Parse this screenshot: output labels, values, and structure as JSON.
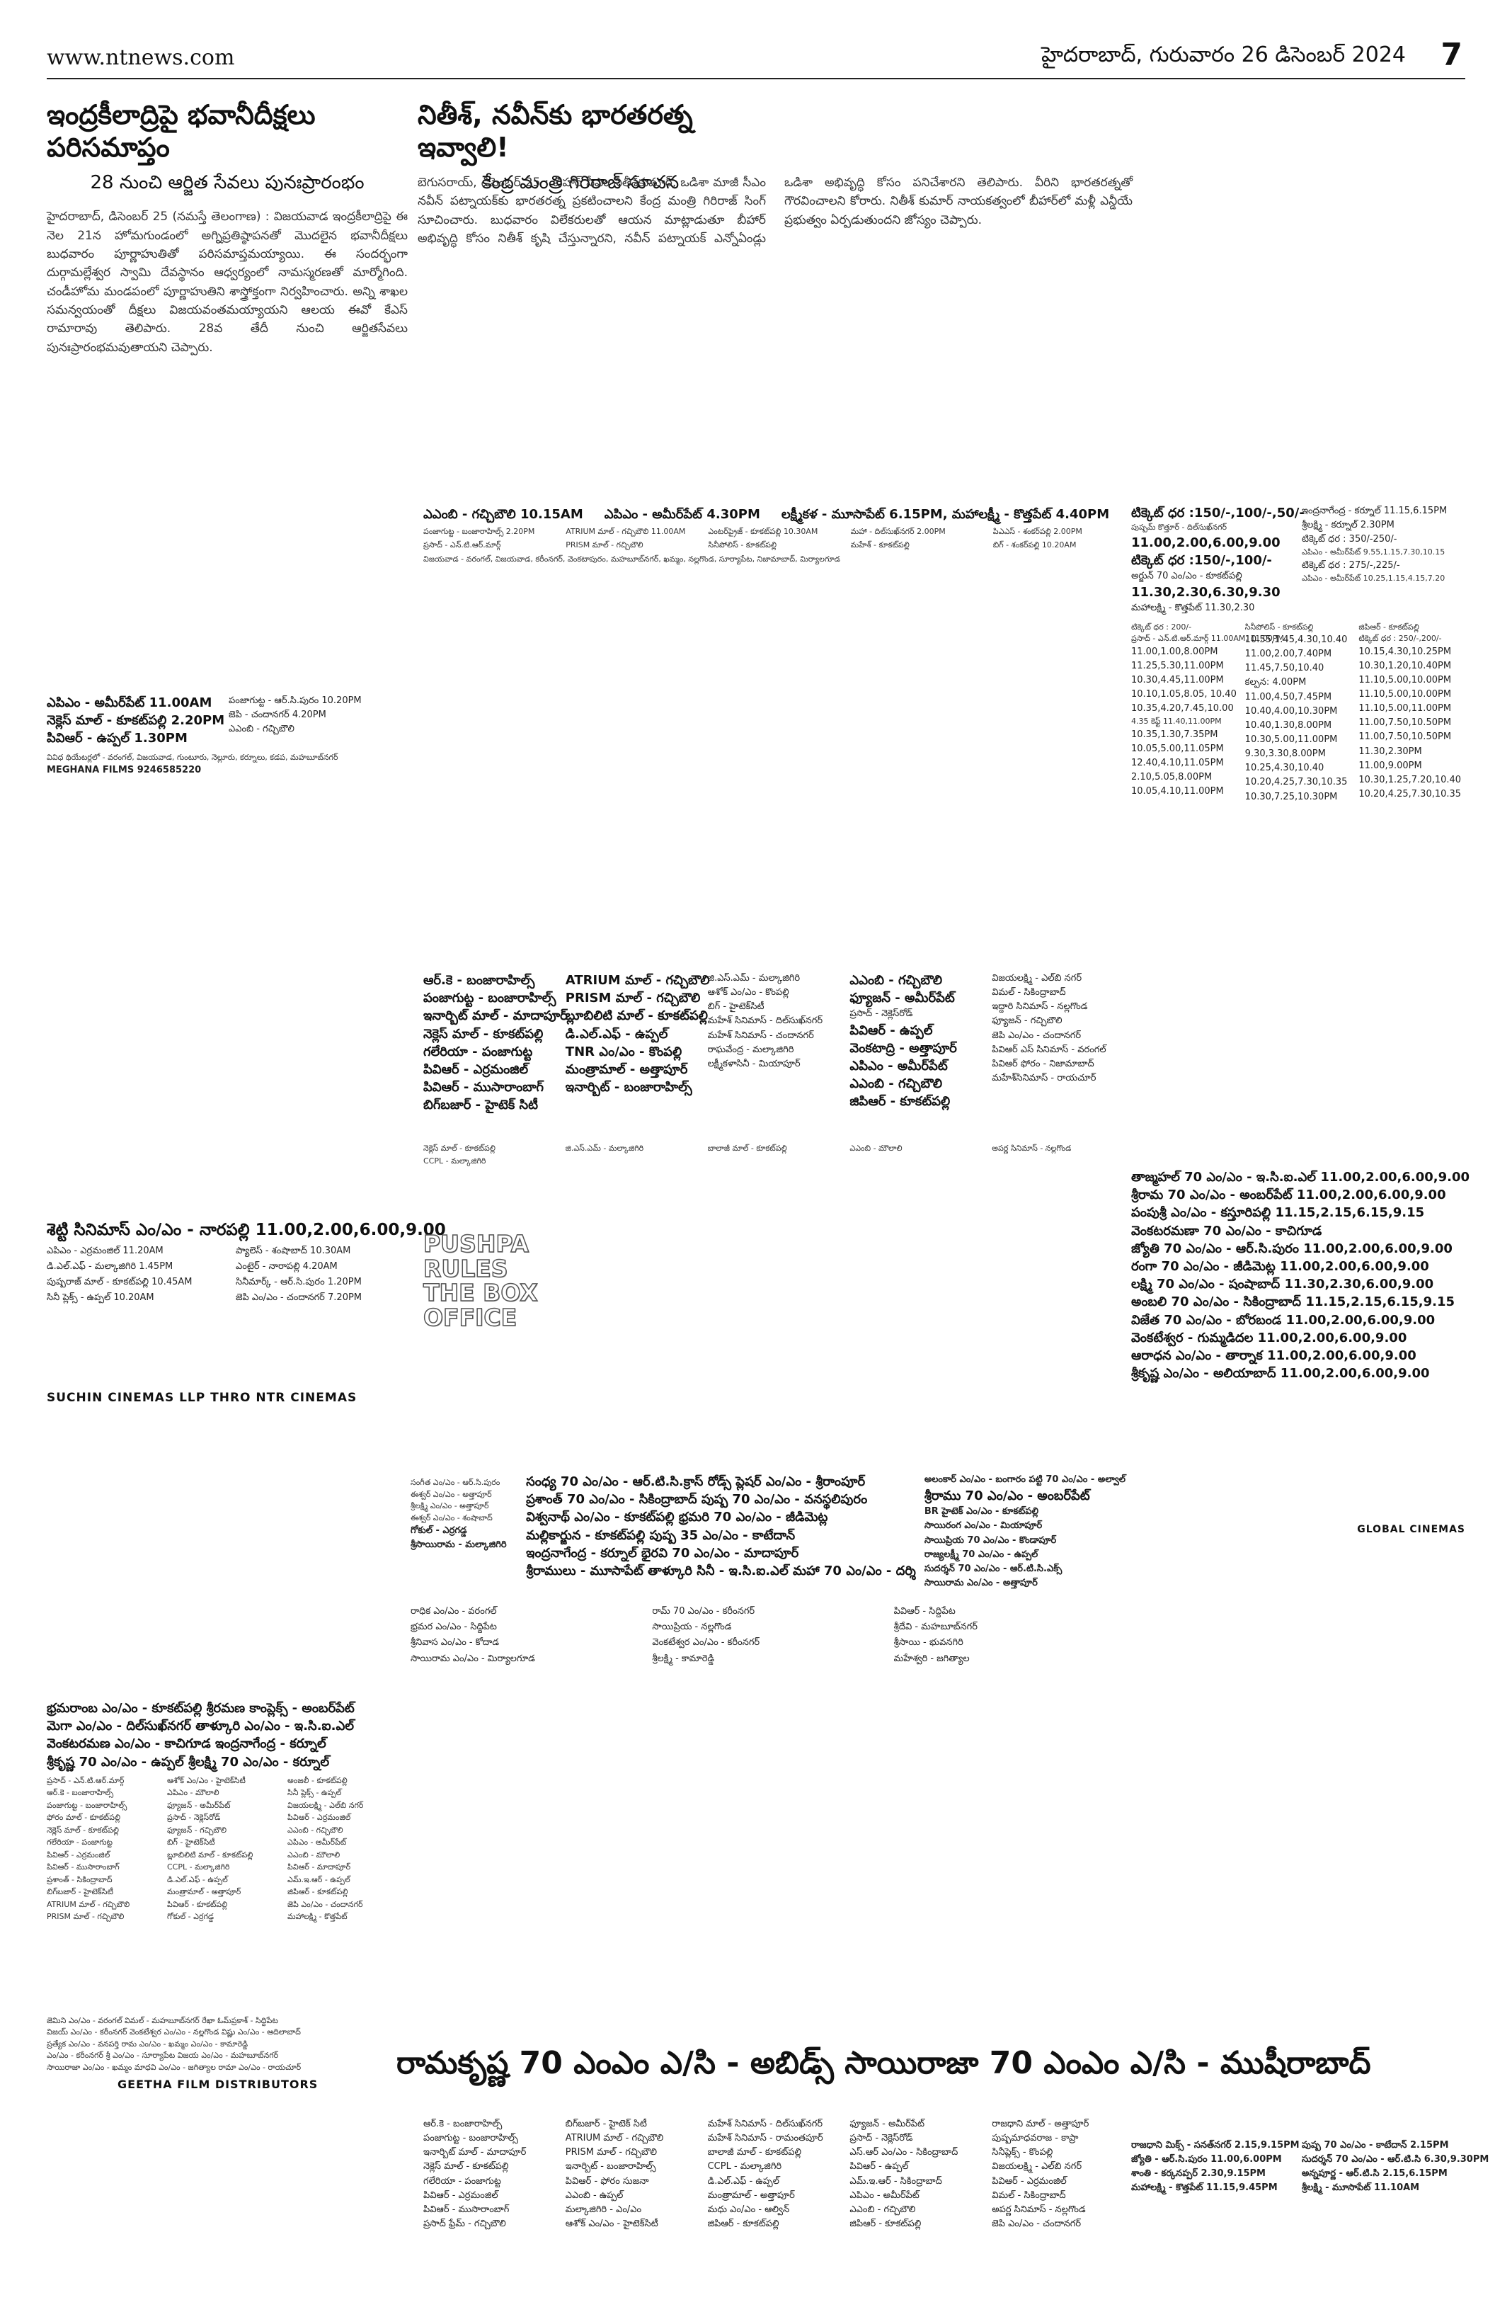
{
  "header": {
    "url": "www.ntnews.com",
    "date": "హైదరాబాద్, గురువారం 26 డిసెంబర్ 2024",
    "page": "7"
  },
  "articles": [
    {
      "headline": "ఇంద్రకీలాద్రిపై భవానీదీక్షలు పరిసమాప్తం",
      "subhead": "28 నుంచి ఆర్జిత సేవలు పునఃప్రారంభం",
      "body": "హైదరాబాద్, డిసెంబర్ 25 (నమస్తే తెలంగాణ) : విజయవాడ ఇంద్రకీలాద్రిపై ఈ నెల 21న హోమగుండంలో అగ్నిప్రతిష్ఠాపనతో మొదలైన భవానీదీక్షలు బుధవారం పూర్ణాహుతితో పరిసమాప్తమయ్యాయి. ఈ సందర్భంగా దుర్గామల్లేశ్వర స్వామి దేవస్థానం ఆధ్వర్యంలో నామస్మరణతో మార్మోగింది. చండీహోమ మండపంలో పూర్ణాహుతిని శాస్త్రోక్తంగా నిర్వహించారు. అన్ని శాఖల సమన్వయంతో దీక్షలు విజయవంతమయ్యాయని ఆలయ ఈవో కేఎస్ రామారావు తెలిపారు. 28వ తేదీ నుంచి ఆర్జితసేవలు పునఃప్రారంభమవుతాయని చెప్పారు."
    },
    {
      "headline": "నితీశ్, నవీన్‌కు భారతరత్న ఇవ్వాలి!",
      "subhead": "కేంద్ర మంత్రి గిరిరాజ్ సూచన",
      "body": "బెగుసరాయ్, డిసెంబర్ 25 : బీహార్ సీఎం నితీశ్‌కుమార్, ఒడిశా మాజీ సీఎం నవీన్ పట్నాయక్‌కు భారతరత్న ప్రకటించాలని కేంద్ర మంత్రి గిరిరాజ్ సింగ్ సూచించారు. బుధవారం విలేకరులతో ఆయన మాట్లాడుతూ బీహార్ అభివృద్ధి కోసం నితీశ్ కృషి చేస్తున్నారని, నవీన్ పట్నాయక్ ఎన్నోఏండ్లు ఒడిశా అభివృద్ధి కోసం పనిచేశారని తెలిపారు. వీరిని భారతరత్నతో గౌరవించాలని కోరారు. నితీశ్ కుమార్ నాయకత్వంలో బీహార్‌లో మళ్లీ ఎన్డీయే ప్రభుత్వం ఏర్పడుతుందని జోస్యం చెప్పారు."
    }
  ],
  "ads": {
    "meghana": {
      "lines": [
        "ఎపిఎం - అమీర్‌పేట్ 11.00AM",
        "నెక్లెస్ మాల్ - కూకట్‌పల్లి 2.20PM",
        "పివిఆర్ - ఉప్పల్ 1.30PM",
        "పంజాగుట్ట - ఆర్.సి.పురం 10.20PM",
        "జెపి - చందానగర్ 4.20PM",
        "ఎఎంబి - గచ్చిబౌలి"
      ],
      "small": "వివిధ థియేటర్లలో - వరంగల్, విజయవాడ, గుంటూరు, నెల్లూరు, కర్నూలు, కడప, మహబూబ్‌నగర్",
      "credit": "MEGHANA FILMS 9246585220"
    },
    "top_listing": {
      "lines": [
        "ఎఎంబి - గచ్చిబౌలి 10.15AM",
        "ఎపిఎం - అమీర్‌పేట్ 4.30PM",
        "లక్ష్మీకళ - మూసాపేట్ 6.15PM, మహాలక్ష్మీ - కొత్తపేట్ 4.40PM"
      ],
      "small": [
        "పంజాగుట్ట - బంజారాహిల్స్ 2.20PM",
        "ATRIUM మాల్ - గచ్చిబౌలి 11.00AM",
        "ఎంటర్‌ప్రైజ్ - కూకట్‌పల్లి 10.30AM",
        "మహా - దిల్‌సుఖ్‌నగర్ 2.00PM",
        "పిఎఎస్ - శంకర్‌పల్లి 2.00PM",
        "ప్రసాద్ - ఎన్.టి.ఆర్.మార్గ్",
        "PRISM మాల్ - గచ్చిబౌలి",
        "సినీపోలిస్ - కూకట్‌పల్లి",
        "మహేశ్ - కూకట్‌పల్లి",
        "బిగ్ - శంకర్‌పల్లి 10.20AM"
      ],
      "footer": "విజయవాడ - వరంగల్, విజయవాడ, కరీంనగర్, వెంకటాపురం, మహబూబ్‌నగర్, ఖమ్మం, నల్లగొండ, సూర్యాపేట, నిజామాబాద్, మిర్యాలగూడ"
    },
    "ticket_listing": {
      "col1": [
        "టిక్కెట్ ధర :150/-,100/-,50/-",
        "పుష్పమ్ కొత్తూర్ - దిల్‌సుఖ్‌నగర్",
        "11.00,2.00,6.00,9.00",
        "టిక్కెట్ ధర :150/-,100/-",
        "అర్జున్ 70 ఎం/ఎం - కూకట్‌పల్లి",
        "11.30,2.30,6.30,9.30",
        "మహాలక్ష్మి - కొత్తపేట్ 11.30,2.30"
      ],
      "col2": [
        "ఇంద్రనాగేంద్ర - కర్నూల్ 11.15,6.15PM",
        "శ్రీలక్ష్మి - కర్నూల్ 2.30PM",
        "టిక్కెట్ ధర : 350/-250/-",
        "ఎపిఎం - అమీర్‌పేట్ 9.55,1.15,7.30,10.15",
        "టిక్కెట్ ధర : 275/-,225/-",
        "ఎపిఎం - అమీర్‌పేట్ 10.25,1.15,4.15,7.20"
      ],
      "small_col1": [
        "టిక్కెట్ ధర : 200/-",
        "ప్రసాద్ - ఎన్.టి.ఆర్.మార్గ్ 11.00AM, 11.00PM",
        "11.00,1.00,8.00PM",
        "11.25,5.30,11.00PM",
        "10.30,4.45,11.00PM",
        "10.10,1.05,8.05, 10.40",
        "10.35,4.20,7.45,10.00",
        "4.35 కెఫ్ట్ 11.40,11.00PM",
        "10.35,1.30,7.35PM",
        "10.05,5.00,11.05PM",
        "12.40,4.10,11.05PM",
        "2.10,5.05,8.00PM",
        "10.05,4.10,11.00PM"
      ],
      "small_col2": [
        "సినీపోలిస్ - కూకట్‌పల్లి",
        "10.55,1.45,4.30,10.40",
        "11.00,2.00,7.40PM",
        "11.45,7.50,10.40",
        "కల్పన: 4.00PM",
        "11.00,4.50,7.45PM",
        "10.40,4.00,10.30PM",
        "10.40,1.30,8.00PM",
        "10.30,5.00,11.00PM",
        "9.30,3.30,8.00PM",
        "10.25,4.30,10.40",
        "10.20,4.25,7.30,10.35",
        "10.30,7.25,10.30PM"
      ],
      "small_col3": [
        "జిపిఆర్ - కూకట్‌పల్లి",
        "టిక్కెట్ ధర : 250/-,200/-",
        "10.15,4.30,10.25PM",
        "10.30,1.20,10.40PM",
        "11.10,5.00,10.00PM",
        "11.10,5.00,10.00PM",
        "11.10,5.00,11.00PM",
        "11.00,7.50,10.50PM",
        "11.00,7.50,10.50PM",
        "11.30,2.30PM",
        "11.00,9.00PM",
        "10.30,1.25,7.20,10.40",
        "10.20,4.25,7.30,10.35"
      ]
    },
    "mid_listing": {
      "cols": [
        [
          "ఆర్.కె - బంజారాహిల్స్",
          "పంజాగుట్ట - బంజారాహిల్స్",
          "ఇనార్బిట్ మాల్ - మాదాపూర్",
          "నెక్లెస్ మాల్ - కూకట్‌పల్లి",
          "గలేరియా - పంజాగుట్ట",
          "పివిఆర్ - ఎర్రమంజిల్",
          "పివిఆర్ - ముసారాంబాగ్",
          "బిగ్‌బజార్ - హైటెక్ సిటీ"
        ],
        [
          "ATRIUM మాల్ - గచ్చిబౌలి",
          "PRISM మాల్ - గచ్చిబౌలి",
          "బ్లూబిలిటి మాల్ - కూకట్‌పల్లి",
          "డి.ఎల్.ఎఫ్ - ఉప్పల్",
          "TNR ఎం/ఎం - కొంపల్లి",
          "మంత్రామాల్ - అత్తాపూర్",
          "ఇనార్బిట్ - బంజారాహిల్స్"
        ],
        [
          "జి.ఎస్.ఎమ్ - మల్కాజిగిరి",
          "ఆశోక్ ఎం/ఎం - కొంపల్లి",
          "బిగ్ - హైటెక్‌సిటీ",
          "మహేశ్ సినిమాస్ - దిల్‌సుఖ్‌నగర్",
          "మహేశ్ సినిమాస్ - చందానగర్",
          "రాఘవేంద్ర - మల్కాజిగిరి",
          "లక్ష్మీకళాసినీ - మియాపూర్"
        ],
        [
          "ఎఎంబి - గచ్చిబౌలి",
          "ఫ్యూజన్ - అమీర్‌పేట్",
          "ప్రసాద్ - నెక్లెస్‌రోడ్",
          "పివిఆర్ - ఉప్పల్",
          "వెంకటాద్రి - అత్తాపూర్",
          "ఎపిఎం - అమీర్‌పేట్",
          "ఎఎంబి - గచ్చిబౌలి",
          "జిపిఆర్ - కూకట్‌పల్లి"
        ],
        [
          "విజయలక్ష్మి - ఎల్‌బి నగర్",
          "విమల్ - సికింద్రాబాద్",
          "ఇద్దారి సినిమాస్ - నల్లగొండ",
          "ఫ్యూజన్ - గచ్చిబౌలి",
          "జెపి ఎం/ఎం - చందానగర్",
          "పివిఆర్ ఎస్ సినిమాస్ - వరంగల్",
          "పివిఆర్ ఫోరం - నిజామాబాద్",
          "మహేశ్‌సినిమాస్ - రాయచూర్"
        ]
      ],
      "bottom": [
        "నెక్లెస్ మాల్ - కూకట్‌పల్లి",
        "జి.ఎస్.ఎమ్ - మల్కాజిగిరి",
        "బాలాజీ మాల్ - కూకట్‌పల్లి",
        "ఎఎంబి - మౌలాలి",
        "అపర్ణ సినిమాస్ - నల్లగొండ",
        "CCPL - మల్కాజిగిరి"
      ]
    },
    "right_listing": {
      "lines": [
        "తాజ్మహల్ 70 ఎం/ఎం - ఇ.సి.ఐ.ఎల్ 11.00,2.00,6.00,9.00",
        "శ్రీరామ 70 ఎం/ఎం - అంబర్‌పేట్ 11.00,2.00,6.00,9.00",
        "పంపుశ్రీ ఎం/ఎం - కస్తూరిపల్లి 11.15,2.15,6.15,9.15",
        "వెంకటరమణా 70 ఎం/ఎం - కాచిగూడ",
        "జ్యోతి 70 ఎం/ఎం - ఆర్.సి.పురం 11.00,2.00,6.00,9.00",
        "రంగా 70 ఎం/ఎం - జీడిమెట్ల 11.00,2.00,6.00,9.00",
        "లక్ష్మి 70 ఎం/ఎం - షంషాబాద్ 11.30,2.30,6.00,9.00",
        "అంబలి 70 ఎం/ఎం - సికింద్రాబాద్ 11.15,2.15,6.15,9.15",
        "విజేత 70 ఎం/ఎం - బోరబండ 11.00,2.00,6.00,9.00",
        "వెంకటేశ్వర - గుమ్మడిదల 11.00,2.00,6.00,9.00",
        "ఆరాధన ఎం/ఎం - తార్నాక 11.00,2.00,6.00,9.00",
        "శ్రీకృష్ణ ఎం/ఎం - అలియాబాద్ 11.00,2.00,6.00,9.00"
      ],
      "credit": "GLOBAL CINEMAS"
    },
    "suchin": {
      "title": "శెట్టి సినిమాస్ ఎం/ఎం - నారపల్లి 11.00,2.00,6.00,9.00",
      "lines": [
        "ఎపిఎం - ఎర్రమంజిల్ 11.20AM",
        "ప్యాలెస్ - శంషాబాద్ 10.30AM",
        "డి.ఎల్.ఎఫ్ - మల్కాజిగిరి 1.45PM",
        "ఎంటైర్ - నారాపల్లి 4.20AM",
        "పుష్పరాజ్ మాల్ - కూకట్‌పల్లి 10.45AM",
        "సినీమార్క్ - ఆర్.సి.పురం 1.20PM",
        "సినీ ప్లెక్స్ - ఉప్పల్ 10.20AM",
        "జెపి ఎం/ఎం - చందానగర్ 7.20PM"
      ],
      "credit": "SUCHIN CINEMAS LLP THRO NTR CINEMAS"
    },
    "pushpa": [
      "PUSHPA",
      "RULES",
      "THE BOX",
      "OFFICE"
    ],
    "left_listing": {
      "big": [
        "భ్రమరాంబ ఎం/ఎం - కూకట్‌పల్లి శ్రీరమణ కాంప్లెక్స్ - అంబర్‌పేట్",
        "మెగా ఎం/ఎం - దిల్‌సుఖ్‌నగర్ తాళ్కూరి ఎం/ఎం - ఇ.సి.ఐ.ఎల్",
        "వెంకటరమణ ఎం/ఎం - కాచిగూడ ఇంద్రనాగేంద్ర - కర్నూల్",
        "శ్రీకృష్ణ 70 ఎం/ఎం - ఉప్పల్ శ్రీలక్ష్మి 70 ఎం/ఎం - కర్నూల్"
      ],
      "small": [
        "ప్రసాద్ - ఎన్.టి.ఆర్.మార్గ్",
        "ఆశోక్ ఎం/ఎం - హైటెక్‌సిటీ",
        "అంజలీ - కూకట్‌పల్లి",
        "ఆర్.కె - బంజారాహిల్స్",
        "ఎపిఎం - మౌలాలి",
        "సినీ ప్లెక్స్ - ఉప్పల్",
        "పంజాగుట్ట - బంజారాహిల్స్",
        "ఫ్యూజన్ - అమీర్‌పేట్",
        "విజయలక్ష్మి - ఎల్‌బి నగర్",
        "ఫోరం మాల్ - కూకట్‌పల్లి",
        "ప్రసాద్ - నెక్లెస్‌రోడ్",
        "పివిఆర్ - ఎర్రమంజిల్",
        "నెక్లెస్ మాల్ - కూకట్‌పల్లి",
        "ఫ్యూజన్ - గచ్చిబౌలి",
        "ఎఎంబి - గచ్చిబౌలి",
        "గలేరియా - పంజాగుట్ట",
        "బిగ్ - హైటెక్‌సిటీ",
        "ఎపిఎం - అమీర్‌పేట్",
        "పివిఆర్ - ఎర్రమంజిల్",
        "బ్లూబిలిటి మాల్ - కూకట్‌పల్లి",
        "ఎఎంబి - మౌలాలి",
        "పివిఆర్ - ముసారాంబాగ్",
        "CCPL - మల్కాజిగిరి",
        "పివిఆర్ - మాదాపూర్",
        "ప్రశాంత్ - సికింద్రాబాద్",
        "డి.ఎల్.ఎఫ్ - ఉప్పల్",
        "ఎమ్.ఇ.ఆర్ - ఉప్పల్",
        "బిగ్‌బజార్ - హైటెక్‌సిటీ",
        "మంత్రామాల్ - అత్తాపూర్",
        "జిపిఆర్ - కూకట్‌పల్లి",
        "ATRIUM మాల్ - గచ్చిబౌలి",
        "పివిఆర్ - కూకట్‌పల్లి",
        "జెపి ఎం/ఎం - చందానగర్",
        "PRISM మాల్ - గచ్చిబౌలి",
        "గోకుల్ - ఎర్రగడ్డ",
        "మహాలక్ష్మి - కొత్తపేట్"
      ],
      "bottom": [
        "జెమిని ఎం/ఎం - వరంగల్ విమల్ - మహబూబ్‌నగర్ రేఖా ఓమ్‌ప్రకాశ్ - సిద్దిపేట",
        "విజయ్ ఎం/ఎం - కరీంనగర్ వెంకటేశ్వర ఎం/ఎం - నల్లగొండ విష్ణు ఎం/ఎం - ఆదిలాబాద్",
        "ప్రత్యేక ఎం/ఎం - వనపర్తి రామ ఎం/ఎం - ఖమ్మం ఎం/ఎం - కామారెడ్డి",
        "ఎం/ఎం - కరీంనగర్ శ్రీ ఎం/ఎం - సూర్యాపేట విజయ ఎం/ఎం - మహబూబ్‌నగర్",
        "సాయిరాజా ఎం/ఎం - ఖమ్మం మాధవి ఎం/ఎం - జగిత్యాల రామా ఎం/ఎం - రాయచూర్"
      ],
      "credit": "GEETHA FILM DISTRIBUTORS"
    },
    "center_listing": {
      "big": [
        "సంధ్య 70 ఎం/ఎం - ఆర్.టి.సి.క్రాస్ రోడ్స్ ప్లెషర్ ఎం/ఎం - శ్రీరాంపూర్",
        "ప్రశాంత్ 70 ఎం/ఎం - సికింద్రాబాద్ పుష్ప 70 ఎం/ఎం - వనస్థలిపురం",
        "విశ్వనాథ్ ఎం/ఎం - కూకట్‌పల్లి భ్రమరి 70 ఎం/ఎం - జీడిమెట్ల",
        "మల్లికార్జున - కూకట్‌పల్లి పుష్ప 35 ఎం/ఎం - కాటేదాన్",
        "ఇంద్రనాగేంద్ర - కర్నూల్ భైరవి 70 ఎం/ఎం - మాదాపూర్",
        "శ్రీరాములు - మూసాపేట్ తాళ్కూరి సినీ - ఇ.సి.ఐ.ఎల్ మహా 70 ఎం/ఎం - దర్శి"
      ],
      "right_big": [
        "అలంకార్ ఎం/ఎం - బంగారం పట్టి 70 ఎం/ఎం - అల్వాల్",
        "శ్రీరాము 70 ఎం/ఎం - అంబర్‌పేట్",
        "BR హైటెక్ ఎం/ఎం - కూకట్‌పల్లి",
        "సాయిరంగ ఎం/ఎం - మియాపూర్",
        "సాయిప్రియ 70 ఎం/ఎం - కొండాపూర్",
        "రాజ్యలక్ష్మీ 70 ఎం/ఎం - ఉప్పల్",
        "సుదర్శన్ 70 ఎం/ఎం - ఆర్.టి.సి.ఎక్స్",
        "సాయిరామ ఎం/ఎం - అత్తాపూర్"
      ],
      "small": [
        "సంగీత ఎం/ఎం - ఆర్.సి.పురం",
        "ఈశ్వర్ ఎం/ఎం - అత్తాపూర్",
        "శ్రీలక్ష్మి ఎం/ఎం - అత్తాపూర్",
        "ఈశ్వర్ ఎం/ఎం - శంషాబాద్",
        "గోకుల్ - ఎర్రగడ్డ",
        "శ్రీసాయిరామ - మల్కాజిగిరి",
        "రాధిక ఎం/ఎం - వరంగల్",
        "రామ్ 70 ఎం/ఎం - కరీంనగర్",
        "పివిఆర్ - సిద్దిపేట",
        "భ్రమర ఎం/ఎం - సిద్దిపేట",
        "సాయిప్రియ - నల్లగొండ",
        "శ్రీదేవి - మహబూబ్‌నగర్",
        "శ్రీనివాస ఎం/ఎం - కోదాడ",
        "వెంకటేశ్వర ఎం/ఎం - కరీంనగర్",
        "శ్రీసాయి - భువనగిరి",
        "సాయిరామ ఎం/ఎం - మిర్యాలగూడ",
        "శ్రీలక్ష్మి - కామారెడ్డి",
        "మహేశ్వరి - జగిత్యాల"
      ]
    },
    "ramakrishna_banner": "రామకృష్ణ 70 ఎంఎం ఎ/సి - అబిడ్స్ సాయిరాజా 70 ఎంఎం ఎ/సి - ముషీరాబాద్",
    "bottom_listing": {
      "cols": [
        [
          "ఆర్.కె - బంజారాహిల్స్",
          "పంజాగుట్ట - బంజారాహిల్స్",
          "ఇనార్బిట్ మాల్ - మాదాపూర్",
          "నెక్లెస్ మాల్ - కూకట్‌పల్లి",
          "గలేరియా - పంజాగుట్ట",
          "పివిఆర్ - ఎర్రమంజిల్",
          "పివిఆర్ - ముసారాంబాగ్",
          "ప్రసాద్ ఫ్రేమ్ - గచ్చిబౌలి"
        ],
        [
          "బిగ్‌బజార్ - హైటెక్ సిటీ",
          "ATRIUM మాల్ - గచ్చిబౌలి",
          "PRISM మాల్ - గచ్చిబౌలి",
          "ఇనార్బిట్ - బంజారాహిల్స్",
          "పివిఆర్ - ఫోరం సుజనా",
          "ఎఎంబి - ఉప్పల్",
          "మల్కాజిగిరి - ఎం/ఎం",
          "ఆశోక్ ఎం/ఎం - హైటెక్‌సిటీ"
        ],
        [
          "మహేశ్ సినిమాస్ - దిల్‌సుఖ్‌నగర్",
          "మహేశ్ సినిమాస్ - రామంతపూర్",
          "బాలాజీ మాల్ - కూకట్‌పల్లి",
          "CCPL - మల్కాజిగిరి",
          "డి.ఎల్.ఎఫ్ - ఉప్పల్",
          "మంత్రామాల్ - అత్తాపూర్",
          "మధు ఎం/ఎం - ఆల్విన్",
          "జిపిఆర్ - కూకట్‌పల్లి"
        ],
        [
          "ఫ్యూజన్ - అమీర్‌పేట్",
          "ప్రసాద్ - నెక్లెస్‌రోడ్",
          "ఎస్.ఆర్ ఎం/ఎం - సికింద్రాబాద్",
          "పివిఆర్ - ఉప్పల్",
          "ఎమ్.ఇ.ఆర్ - సికింద్రాబాద్",
          "ఎపిఎం - అమీర్‌పేట్",
          "ఎఎంబి - గచ్చిబౌలి",
          "జిపిఆర్ - కూకట్‌పల్లి"
        ],
        [
          "రాజధాని మాల్ - అత్తాపూర్",
          "పుష్పమాధవరాజ - కాప్రా",
          "సినీప్లెక్స్ - కొంపల్లి",
          "విజయలక్ష్మి - ఎల్‌బి నగర్",
          "పివిఆర్ - ఎర్రమంజిల్",
          "విమల్ - సికింద్రాబాద్",
          "అపర్ణ సినిమాస్ - నల్లగొండ",
          "జెపి ఎం/ఎం - చందానగర్"
        ]
      ],
      "right": [
        "రాజధాని మిక్స్ - సనత్‌నగర్ 2.15,9.15PM",
        "జ్యోతి - ఆర్.సి.పురం 11.00,6.00PM",
        "శాంతి - కర్కనప్పర్ 2.30,9.15PM",
        "మహాలక్ష్మి - కొత్తపేట్ 11.15,9.45PM",
        "పుష్ప 70 ఎం/ఎం - కాటేదాన్ 2.15PM",
        "సుదర్శన్ 70 ఎం/ఎం - ఆర్.టి.సి 6.30,9.30PM",
        "అన్నపూర్ణ - ఆర్.టి.సి 2.15,6.15PM",
        "శ్రీలక్ష్మి - మూసాపేట్ 11.10AM"
      ]
    }
  }
}
